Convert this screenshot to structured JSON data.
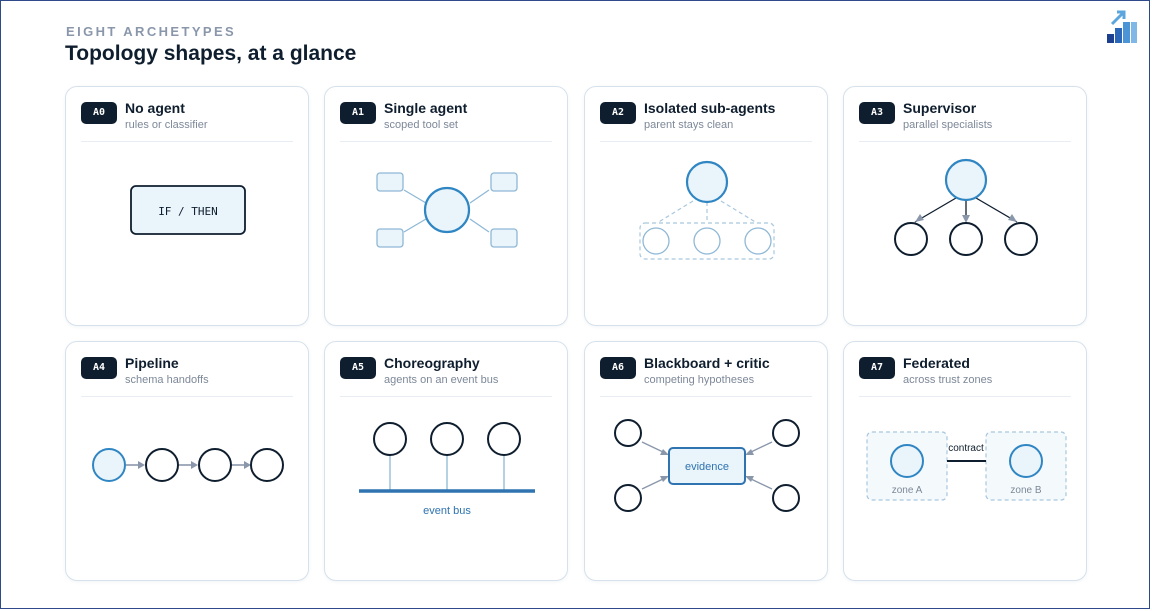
{
  "header": {
    "eyebrow": "EIGHT ARCHETYPES",
    "title": "Topology shapes, at a glance"
  },
  "logo": {
    "icon": "stairs-arrow-logo-icon"
  },
  "colors": {
    "dark": "#0f1e2e",
    "accent_blue": "#2f86c3",
    "pale_fill": "#eaf4fb",
    "muted": "#7d8898",
    "dashed": "#a9c7de"
  },
  "cards": [
    {
      "code": "A0",
      "title": "No agent",
      "subtitle": "rules or classifier",
      "box_label": "IF / THEN"
    },
    {
      "code": "A1",
      "title": "Single agent",
      "subtitle": "scoped tool set"
    },
    {
      "code": "A2",
      "title": "Isolated sub-agents",
      "subtitle": "parent stays clean"
    },
    {
      "code": "A3",
      "title": "Supervisor",
      "subtitle": "parallel specialists"
    },
    {
      "code": "A4",
      "title": "Pipeline",
      "subtitle": "schema handoffs"
    },
    {
      "code": "A5",
      "title": "Choreography",
      "subtitle": "agents on an event bus",
      "bus_label": "event bus"
    },
    {
      "code": "A6",
      "title": "Blackboard + critic",
      "subtitle": "competing hypotheses",
      "center_label": "evidence"
    },
    {
      "code": "A7",
      "title": "Federated",
      "subtitle": "across trust zones",
      "link_label": "contract",
      "zone_a": "zone A",
      "zone_b": "zone B"
    }
  ]
}
